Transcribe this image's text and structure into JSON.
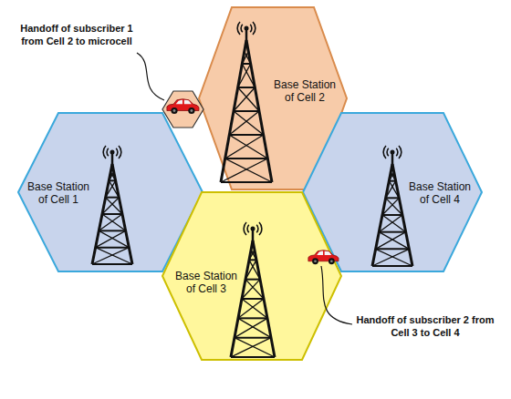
{
  "diagram": {
    "nodes": [
      {
        "text": [
          "Base Station of Cell 2"
        ]
      },
      {
        "text": [
          "Base Station of Cell 1"
        ]
      },
      {
        "text": [
          "Base Station of Cell 4"
        ]
      },
      {
        "text": [
          "Base Station of Cell 3"
        ]
      }
    ],
    "labels": [
      "Handoff of subscriber 1 from Cell 2 to microcell",
      "Handoff of subscriber 2 from Cell 3 to Cell 4"
    ]
  }
}
